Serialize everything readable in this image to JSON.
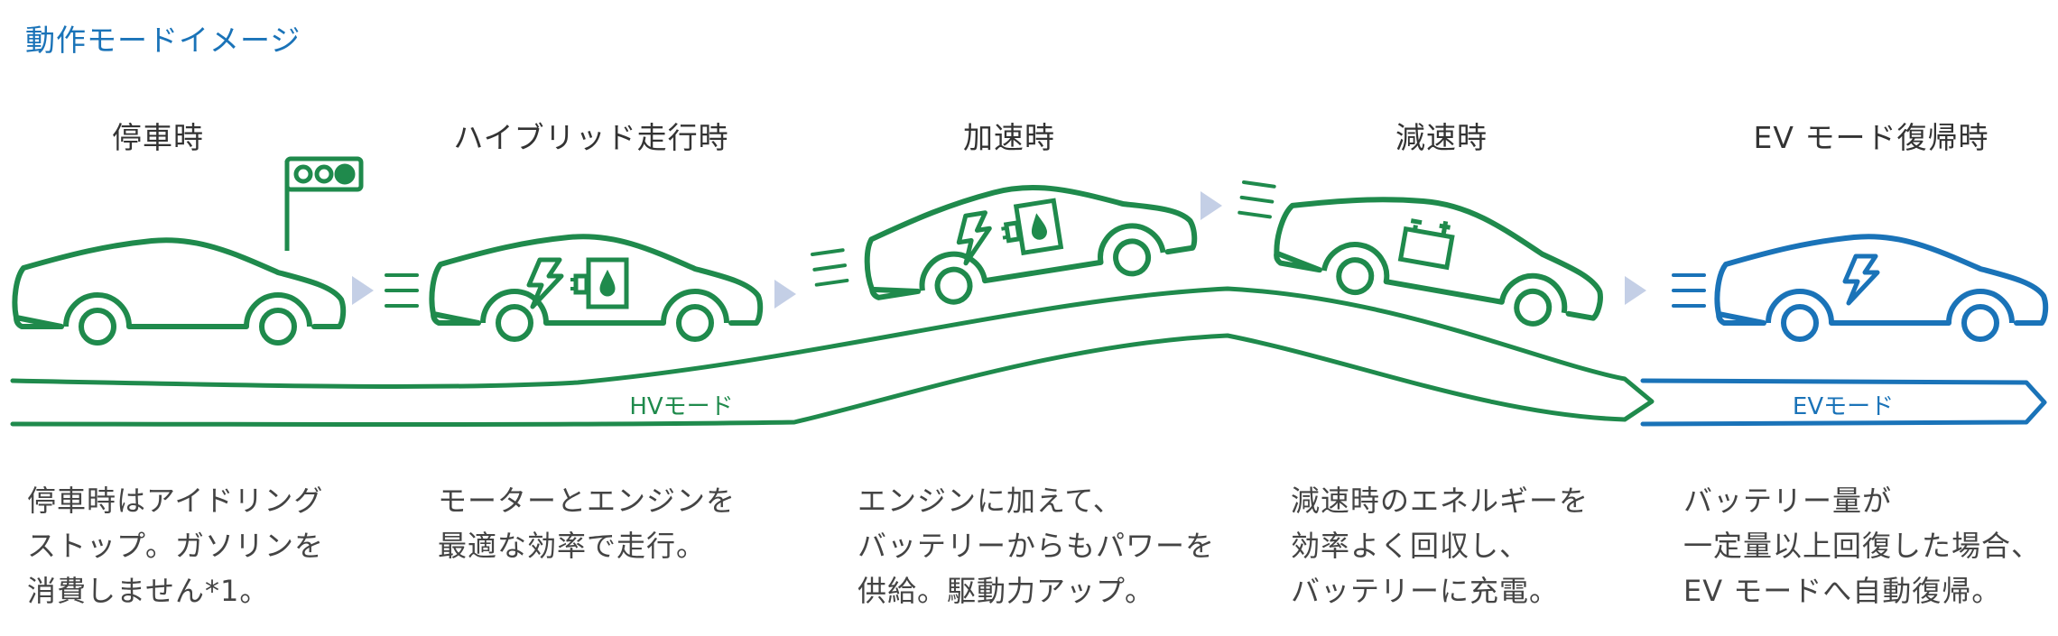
{
  "title": "動作モードイメージ",
  "steps": [
    {
      "label": "停車時",
      "desc": "停車時はアイドリング\nストップ。ガソリンを\n消費しません*1。"
    },
    {
      "label": "ハイブリッド走行時",
      "desc": "モーターとエンジンを\n最適な効率で走行。"
    },
    {
      "label": "加速時",
      "desc": "エンジンに加えて、\nバッテリーからもパワーを\n供給。駆動力アップ。"
    },
    {
      "label": "減速時",
      "desc": "減速時のエネルギーを\n効率よく回収し、\nバッテリーに充電。"
    },
    {
      "label": "EV モード復帰時",
      "desc": "バッテリー量が\n一定量以上回復した場合、\nEV モードへ自動復帰。"
    }
  ],
  "modes": {
    "hv": "HVモード",
    "ev": "EVモード"
  },
  "colors": {
    "green": "#1f8a4c",
    "blue": "#1a73b8",
    "arrow": "#c4cfe6",
    "title": "#1a73b8"
  },
  "icons": [
    "car-icon",
    "traffic-signal-icon",
    "lightning-icon",
    "fuel-pump-icon",
    "battery-icon",
    "play-arrow-icon",
    "speed-lines-icon"
  ]
}
